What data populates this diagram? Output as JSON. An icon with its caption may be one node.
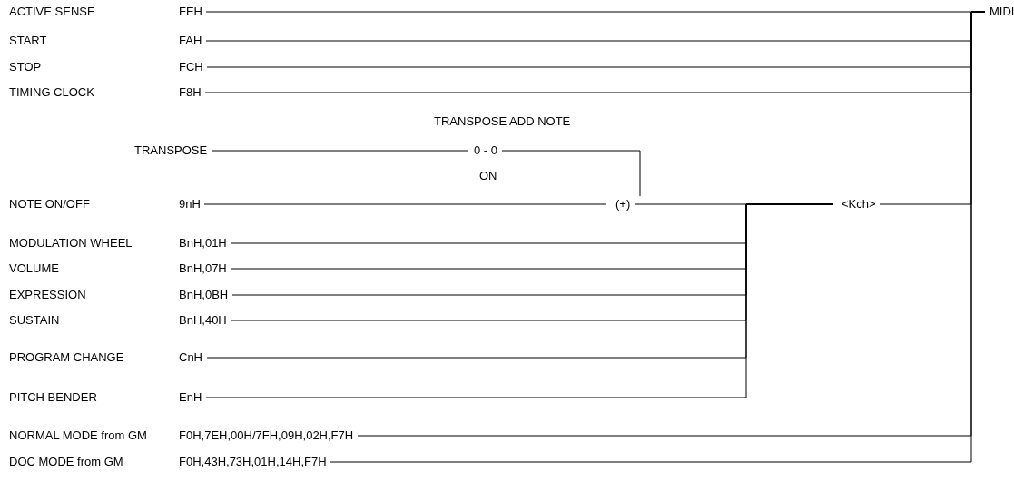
{
  "diagram": {
    "nodes": [
      {
        "text": [
          "ACTIVE SENSE",
          "FEH"
        ]
      },
      {
        "text": [
          "START",
          "FAH"
        ]
      },
      {
        "text": [
          "STOP",
          "FCH"
        ]
      },
      {
        "text": [
          "TIMING CLOCK",
          "F8H"
        ]
      },
      {
        "text": [
          "TRANSPOSE"
        ]
      },
      {
        "text": [
          "0 - 0"
        ],
        "beside": [
          "TRANSPOSE ADD NOTE",
          "ON"
        ]
      },
      {
        "text": [
          "NOTE ON/OFF",
          "9nH"
        ]
      },
      {
        "text": [
          "(+)"
        ]
      },
      {
        "text": [
          "MODULATION WHEEL",
          "BnH,01H"
        ]
      },
      {
        "text": [
          "VOLUME",
          "BnH,07H"
        ]
      },
      {
        "text": [
          "EXPRESSION",
          "BnH,0BH"
        ]
      },
      {
        "text": [
          "SUSTAIN",
          "BnH,40H"
        ]
      },
      {
        "text": [
          "PROGRAM CHANGE",
          "CnH"
        ]
      },
      {
        "text": [
          "PITCH BENDER",
          "EnH"
        ]
      },
      {
        "text": [
          "<Kch>"
        ]
      },
      {
        "text": [
          "NORMAL MODE from GM",
          "F0H,7EH,00H/7FH,09H,02H,F7H"
        ]
      },
      {
        "text": [
          "DOC MODE from GM",
          "F0H,43H,73H,01H,14H,F7H"
        ]
      },
      {
        "text": [
          "MIDI"
        ]
      }
    ],
    "edges": [
      {
        "from": 0,
        "to": 17,
        "arrow": "none"
      },
      {
        "from": 1,
        "to": 17,
        "arrow": "none"
      },
      {
        "from": 2,
        "to": 17,
        "arrow": "none"
      },
      {
        "from": 3,
        "to": 17,
        "arrow": "none"
      },
      {
        "from": 4,
        "to": 5,
        "arrow": "none"
      },
      {
        "from": 5,
        "to": 7,
        "arrow": "none"
      },
      {
        "from": 6,
        "to": 7,
        "arrow": "none"
      },
      {
        "from": 7,
        "to": 14,
        "arrow": "none"
      },
      {
        "from": 8,
        "to": 14,
        "arrow": "none"
      },
      {
        "from": 9,
        "to": 14,
        "arrow": "none"
      },
      {
        "from": 10,
        "to": 14,
        "arrow": "none"
      },
      {
        "from": 11,
        "to": 14,
        "arrow": "none"
      },
      {
        "from": 12,
        "to": 14,
        "arrow": "none"
      },
      {
        "from": 13,
        "to": 14,
        "arrow": "none"
      },
      {
        "from": 14,
        "to": 17,
        "arrow": "none"
      },
      {
        "from": 15,
        "to": 17,
        "arrow": "none"
      },
      {
        "from": 16,
        "to": 17,
        "arrow": "none"
      }
    ]
  }
}
